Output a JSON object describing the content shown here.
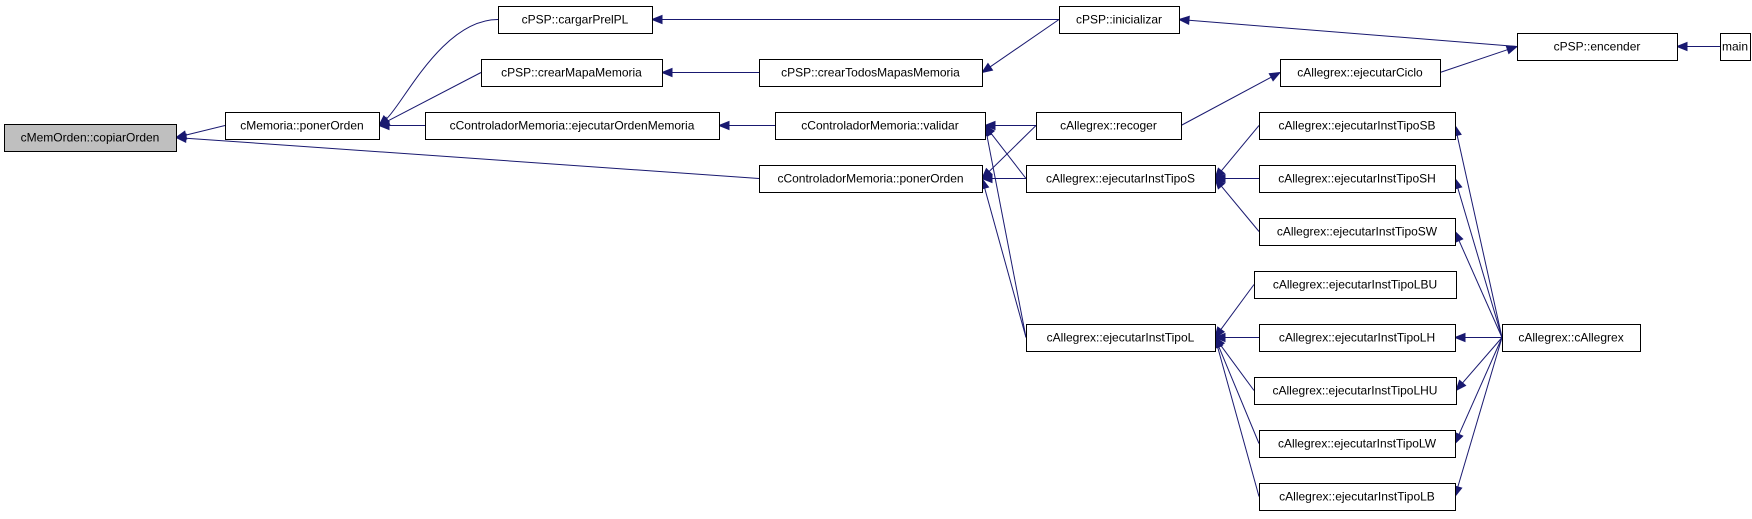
{
  "colors": {
    "edge": "#191970",
    "node_border": "#000000",
    "node_fill": "#ffffff",
    "current_fill": "#bfbfbf"
  },
  "nodes": {
    "copiarOrden": "cMemOrden::copiarOrden",
    "memPonerOrden": "cMemoria::ponerOrden",
    "cargarPrelPL": "cPSP::cargarPrelPL",
    "crearMapaMemoria": "cPSP::crearMapaMemoria",
    "ejecutarOrdenMemoria": "cControladorMemoria::ejecutarOrdenMemoria",
    "inicializar": "cPSP::inicializar",
    "crearTodosMapasMemoria": "cPSP::crearTodosMapasMemoria",
    "validar": "cControladorMemoria::validar",
    "ctrlPonerOrden": "cControladorMemoria::ponerOrden",
    "encender": "cPSP::encender",
    "main": "main",
    "ejecutarCiclo": "cAllegrex::ejecutarCiclo",
    "recoger": "cAllegrex::recoger",
    "tipoS": "cAllegrex::ejecutarInstTipoS",
    "tipoL": "cAllegrex::ejecutarInstTipoL",
    "tipoSB": "cAllegrex::ejecutarInstTipoSB",
    "tipoSH": "cAllegrex::ejecutarInstTipoSH",
    "tipoSW": "cAllegrex::ejecutarInstTipoSW",
    "tipoLBU": "cAllegrex::ejecutarInstTipoLBU",
    "tipoLH": "cAllegrex::ejecutarInstTipoLH",
    "tipoLHU": "cAllegrex::ejecutarInstTipoLHU",
    "tipoLW": "cAllegrex::ejecutarInstTipoLW",
    "tipoLB": "cAllegrex::ejecutarInstTipoLB",
    "cAllegrex": "cAllegrex::cAllegrex"
  }
}
